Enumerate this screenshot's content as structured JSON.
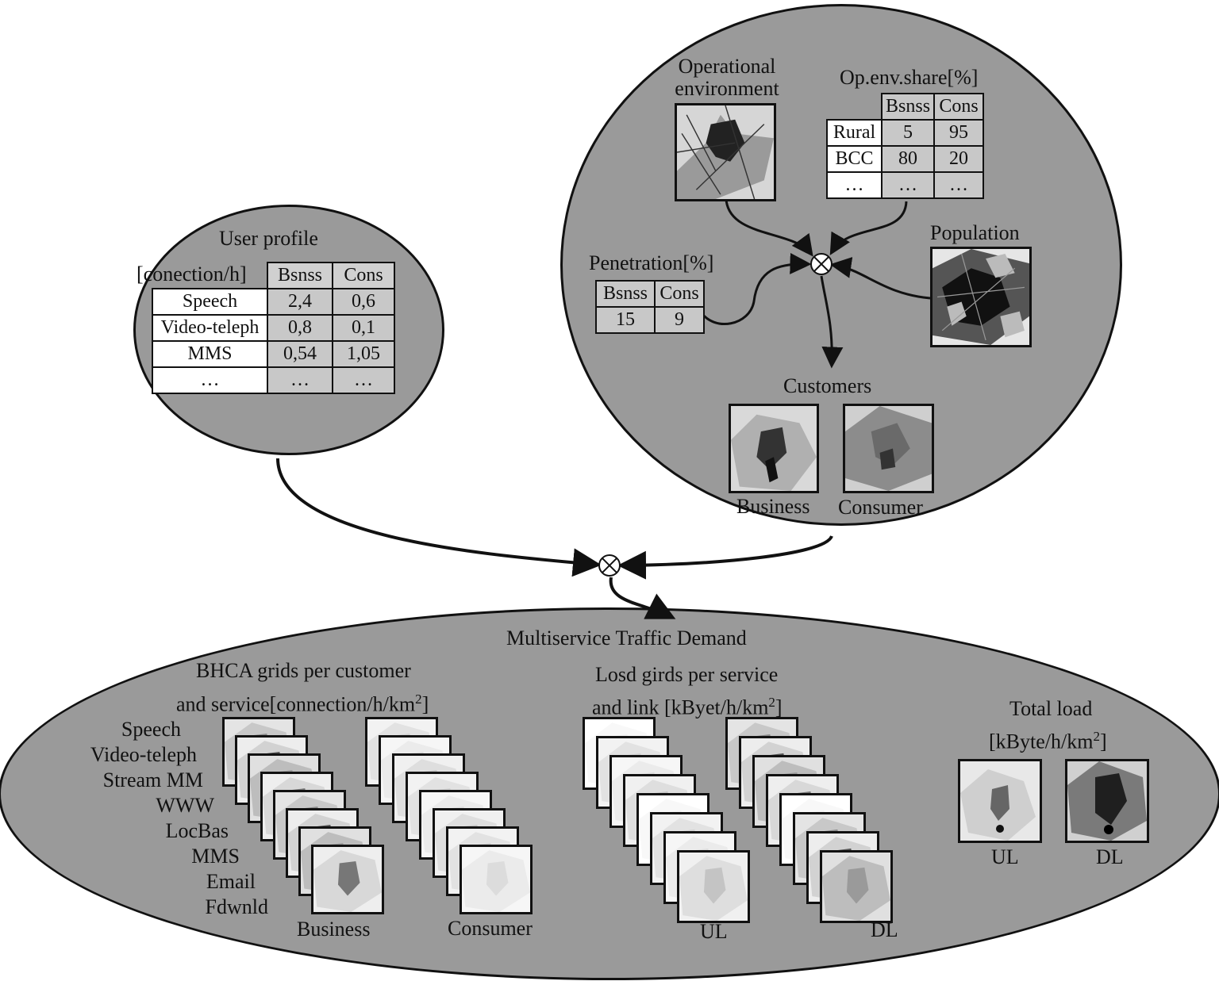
{
  "user_profile": {
    "title": "User profile",
    "unit_label": "[conection/h]",
    "col_headers": [
      "Bsnss",
      "Cons"
    ],
    "rows": [
      {
        "name": "Speech",
        "bsnss": "2,4",
        "cons": "0,6"
      },
      {
        "name": "Video-teleph",
        "bsnss": "0,8",
        "cons": "0,1"
      },
      {
        "name": "MMS",
        "bsnss": "0,54",
        "cons": "1,05"
      },
      {
        "name": "…",
        "bsnss": "…",
        "cons": "…"
      }
    ]
  },
  "customers_block": {
    "operational_environment_title": "Operational\nenvironment",
    "op_env_share_title": "Op.env.share[%]",
    "op_env_share_headers": [
      "Bsnss",
      "Cons"
    ],
    "op_env_share_rows": [
      {
        "name": "Rural",
        "bsnss": "5",
        "cons": "95"
      },
      {
        "name": "BCC",
        "bsnss": "80",
        "cons": "20"
      },
      {
        "name": "…",
        "bsnss": "…",
        "cons": "…"
      }
    ],
    "population_title": "Population",
    "penetration_title": "Penetration[%]",
    "penetration_headers": [
      "Bsnss",
      "Cons"
    ],
    "penetration_values": [
      "15",
      "9"
    ],
    "customers_title": "Customers",
    "customer_maps": [
      "Business",
      "Consumer"
    ]
  },
  "traffic_demand": {
    "title": "Multiservice Traffic Demand",
    "bhca_title_line1": "BHCA grids per customer",
    "bhca_title_line2": "and service[connection/h/km",
    "bhca_title_sup": "2",
    "bhca_title_end": "]",
    "services": [
      "Speech",
      "Video-teleph",
      "Stream MM",
      "WWW",
      "LocBas",
      "MMS",
      "Email",
      "Fdwnld"
    ],
    "bhca_stack_labels": [
      "Business",
      "Consumer"
    ],
    "load_title_line1": "Losd girds per service",
    "load_title_line2": "and link [kByet/h/km",
    "load_title_sup": "2",
    "load_title_end": "]",
    "load_stack_labels": [
      "UL",
      "DL"
    ],
    "total_title_line1": "Total load",
    "total_title_line2": "[kByte/h/km",
    "total_title_sup": "2",
    "total_title_end": "]",
    "total_maps": [
      "UL",
      "DL"
    ]
  }
}
